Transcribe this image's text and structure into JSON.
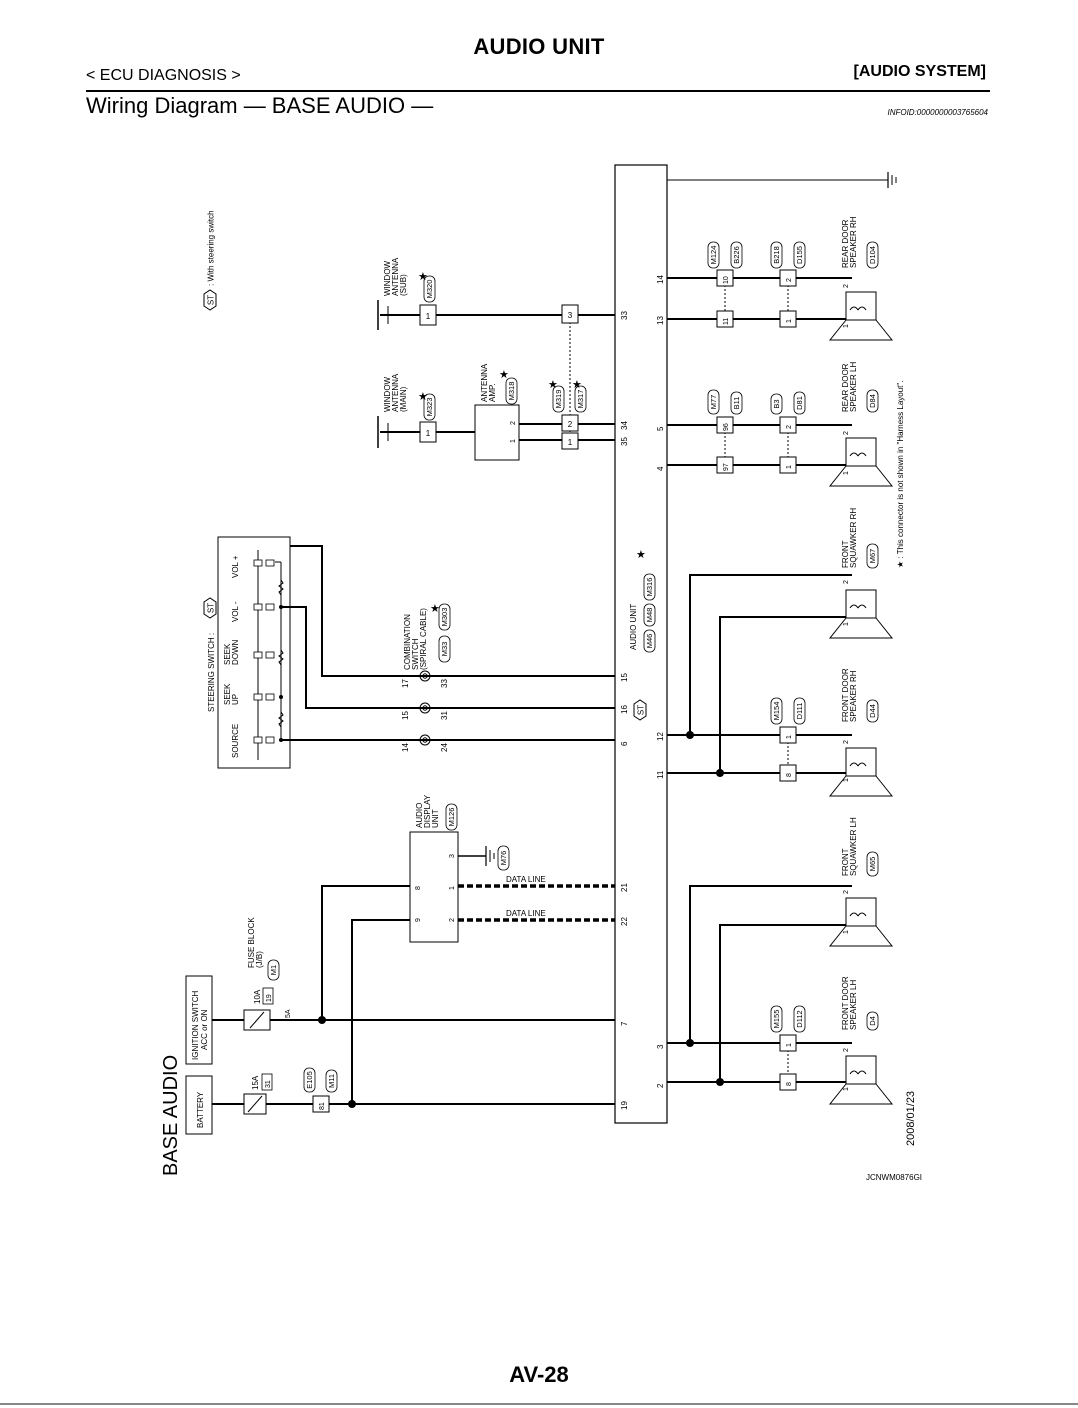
{
  "header": {
    "title": "AUDIO UNIT",
    "breadcrumb": "< ECU DIAGNOSIS >",
    "system": "[AUDIO SYSTEM]",
    "section_title": "Wiring Diagram — BASE AUDIO —",
    "info_id": "INFOID:0000000003765604"
  },
  "diagram": {
    "title": "BASE AUDIO",
    "date": "2008/01/23",
    "code": "JCNWM0876GI",
    "legend_st": "ST",
    "legend_st_text": ": With steering switch",
    "legend_star_text": "★ : This connector is not shown in \"Harness Layout\".",
    "star": "★",
    "battery": "BATTERY",
    "ignition_switch_1": "IGNITION SWITCH",
    "ignition_switch_2": "ACC or ON",
    "fuse_block_1": "FUSE BLOCK",
    "fuse_block_2": "(J/B)",
    "fuse_m1": "M1",
    "fuse_10a": "10A",
    "fuse_19": "19",
    "fuse_5a": "5A",
    "fuse_15a": "15A",
    "fuse_31": "31",
    "e105": "E105",
    "m11": "M11",
    "pin_81": "81",
    "ads_1": "AUDIO",
    "ads_2": "DISPLAY",
    "ads_3": "UNIT",
    "ads_conn": "M126",
    "ads_pin_3": "3",
    "ads_pin_8": "8",
    "ads_pin_9": "9",
    "ads_pin_1": "1",
    "ads_pin_2": "2",
    "m76": "M76",
    "data_line": "DATA LINE",
    "sw_title": "STEERING SWITCH :",
    "sw_source": "SOURCE",
    "sw_seek_up_1": "SEEK",
    "sw_seek_up_2": "UP",
    "sw_seek_down_1": "SEEK",
    "sw_seek_down_2": "DOWN",
    "sw_vol_minus": "VOL -",
    "sw_vol_plus": "VOL +",
    "combo_1": "COMBINATION",
    "combo_2": "SWITCH",
    "combo_3": "(SPIRAL CABLE)",
    "combo_m303": "M303",
    "combo_m33": "M33",
    "combo_14": "14",
    "combo_15": "15",
    "combo_17": "17",
    "combo_24": "24",
    "combo_31": "31",
    "combo_33": "33",
    "au_1": "AUDIO UNIT",
    "au_m46": "M46",
    "au_m48": "M48",
    "au_m316": "M316",
    "au_pins": [
      "33",
      "34",
      "35",
      "15",
      "16",
      "6",
      "21",
      "22",
      "7",
      "19"
    ],
    "au_right_pins": [
      "14",
      "13",
      "5",
      "4",
      "12",
      "11",
      "3",
      "2"
    ],
    "ant_amp_1": "ANTENNA",
    "ant_amp_2": "AMP.",
    "ant_amp_conn": "M318",
    "ant_amp_pin_2": "2",
    "ant_amp_pin_1": "1",
    "m319": "M319",
    "m317": "M317",
    "pin_3": "3",
    "pin_2": "2",
    "pin_1": "1",
    "win_main_1": "WINDOW",
    "win_main_2": "ANTENNA",
    "win_main_3": "(MAIN)",
    "win_main_conn": "M323",
    "win_sub_1": "WINDOW",
    "win_sub_2": "ANTENNA",
    "win_sub_3": "(SUB)",
    "win_sub_conn": "M320",
    "rd_rh_1": "REAR DOOR",
    "rd_rh_2": "SPEAKER RH",
    "rd_rh_conn": "D104",
    "rd_rh_m124": "M124",
    "rd_rh_b226": "B226",
    "rd_rh_b218": "B218",
    "rd_rh_d155": "D155",
    "rd_rh_10": "10",
    "rd_rh_11": "11",
    "rd_lh_1": "REAR DOOR",
    "rd_lh_2": "SPEAKER LH",
    "rd_lh_conn": "D84",
    "rd_lh_m77": "M77",
    "rd_lh_b11": "B11",
    "rd_lh_b3": "B3",
    "rd_lh_d81": "D81",
    "rd_lh_96": "96",
    "rd_lh_97": "97",
    "fsq_rh_1": "FRONT",
    "fsq_rh_2": "SQUAWKER RH",
    "fsq_rh_conn": "M67",
    "fd_rh_1": "FRONT DOOR",
    "fd_rh_2": "SPEAKER RH",
    "fd_rh_conn": "D44",
    "fd_rh_m154": "M154",
    "fd_rh_d111": "D111",
    "fsq_lh_1": "FRONT",
    "fsq_lh_2": "SQUAWKER LH",
    "fsq_lh_conn": "M65",
    "fd_lh_1": "FRONT DOOR",
    "fd_lh_2": "SPEAKER LH",
    "fd_lh_conn": "D4",
    "fd_lh_m155": "M155",
    "fd_lh_d112": "D112",
    "pin_8": "8",
    "spk_pin_2": "2",
    "spk_pin_1": "1"
  },
  "footer": {
    "page_code": "AV-28"
  }
}
